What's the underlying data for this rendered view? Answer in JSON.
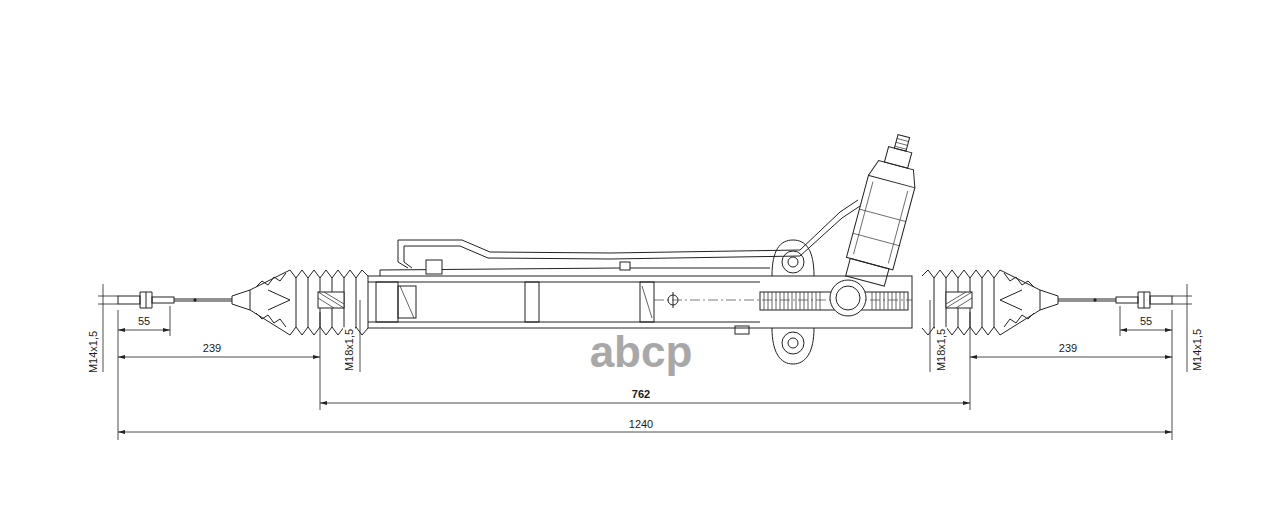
{
  "diagram": {
    "labels": [
      "M14x1,5",
      "55",
      "239",
      "M18x1,5",
      "762",
      "1240",
      "M18x1,5",
      "239",
      "55",
      "M14x1,5",
      "abcp"
    ]
  }
}
